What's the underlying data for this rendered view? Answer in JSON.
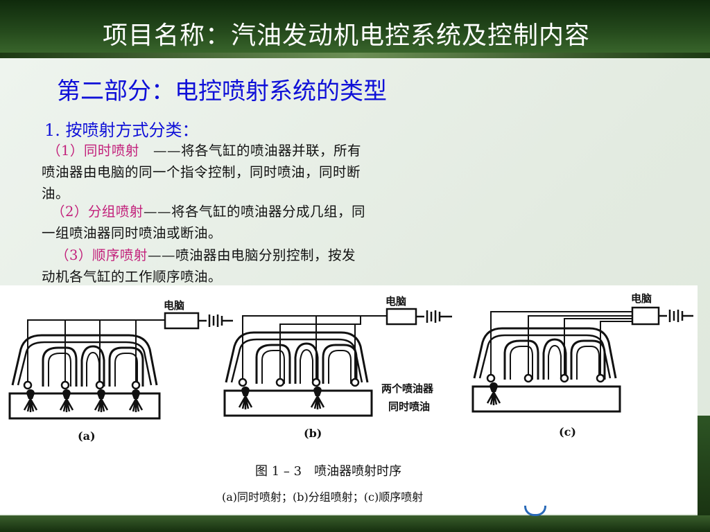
{
  "header": {
    "title": "项目名称：汽油发动机电控系统及控制内容"
  },
  "section_title": "第二部分：电控喷射系统的类型",
  "subtitle": "1. 按喷射方式分类：",
  "items": [
    {
      "num": "（1）",
      "term": "同时喷射",
      "desc": "　——将各气缸的喷油器并联，所有喷油器由电脑的同一个指令控制，同时喷油，同时断油。"
    },
    {
      "num": "（2）",
      "term": "分组喷射",
      "desc": "——将各气缸的喷油器分成几组，同一组喷油器同时喷油或断油。"
    },
    {
      "num": "（3）",
      "term": "顺序喷射",
      "desc": "——喷油器由电脑分别控制，按发动机各气缸的工作顺序喷油。"
    }
  ],
  "figure": {
    "ecu_label": "电脑",
    "panel_labels": [
      "(a)",
      "(b)",
      "(c)"
    ],
    "note_b": [
      "两个喷油器",
      "同时喷油"
    ],
    "caption": "图 1 – 3　喷油器喷射时序",
    "sub_caption": "(a)同时喷射；(b)分组喷射；(c)顺序喷射"
  }
}
